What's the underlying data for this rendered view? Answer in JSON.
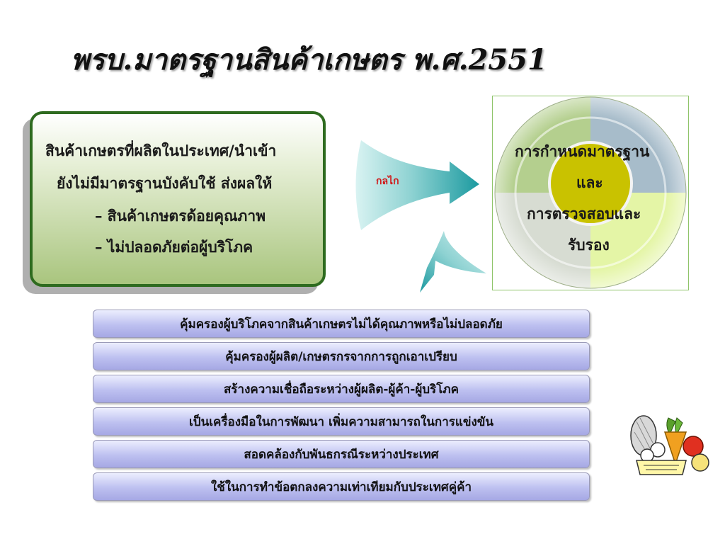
{
  "title": "พรบ.มาตรฐานสินค้าเกษตร พ.ศ.2551",
  "problem": {
    "line1": "สินค้าเกษตรที่ผลิตในประเทศ/นำเข้า",
    "line2": "ยังไม่มีมาตรฐานบังคับใช้ ส่งผลให้",
    "bullet1": "– สินค้าเกษตรด้อยคุณภาพ",
    "bullet2": "– ไม่ปลอดภัยต่อผู้บริโภค"
  },
  "mechanism_label": "กลไก",
  "circle": {
    "line1": "การกำหนดมาตรฐาน",
    "line2": "และ",
    "line3": "การตรวจสอบและ",
    "line4": "รับรอง"
  },
  "benefits": [
    "คุ้มครองผู้บริโภคจากสินค้าเกษตรไม่ได้คุณภาพหรือไม่ปลอดภัย",
    "คุ้มครองผู้ผลิต/เกษตรกรจากการถูกเอาเปรียบ",
    "สร้างความเชื่อถือระหว่างผู้ผลิต-ผู้ค้า-ผู้บริโภค",
    "เป็นเครื่องมือในการพัฒนา เพิ่มความสามารถในการแข่งขัน",
    "สอดคล้องกับพันธกรณีระหว่างประเทศ",
    "ใช้ในการทำข้อตกลงความเท่าเทียมกับประเทศคู่ค้า"
  ],
  "colors": {
    "box_border": "#2e6b1f",
    "box_fill": "#a9c57e",
    "arrow": "#1f9ea3",
    "mechanism_text": "#d01818",
    "circle_center": "#c9c200",
    "bar_fill": "#bdc0f0"
  },
  "icons": [
    "curved-arrow-icon",
    "vegetables-basket-icon"
  ]
}
